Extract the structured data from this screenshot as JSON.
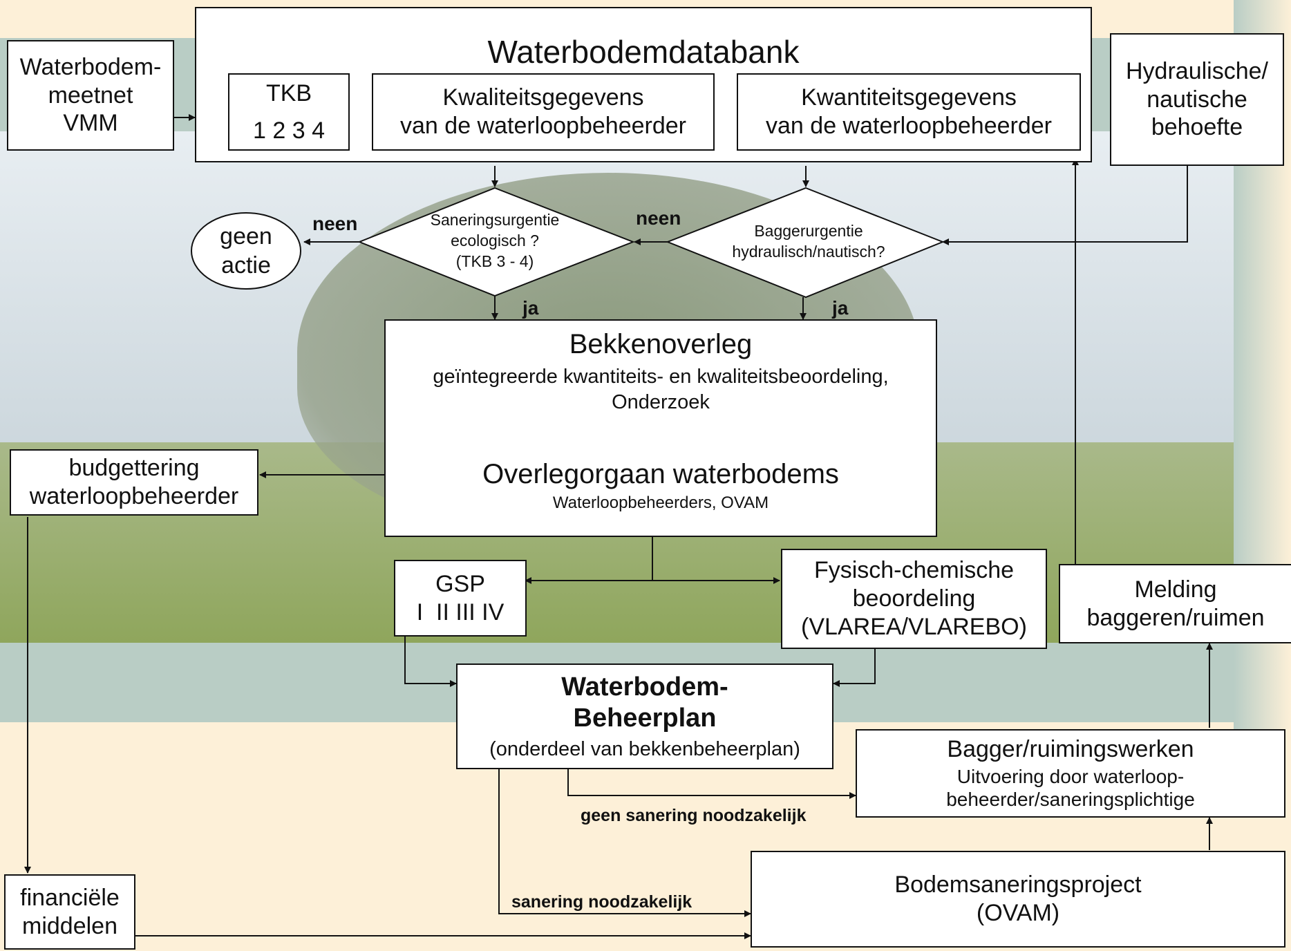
{
  "colors": {
    "cream": "#fdf0d8",
    "teal": "#b9cdc5",
    "sky": "#dde6ea",
    "field": "#8ea85e",
    "tree": "#6b7e56",
    "line": "#111111"
  },
  "meetnet": {
    "l1": "Waterbodem-",
    "l2": "meetnet",
    "l3": "VMM"
  },
  "databank": {
    "title": "Waterbodemdatabank",
    "tkb": {
      "title": "TKB",
      "values": "1 2 3 4"
    },
    "kwaliteit": {
      "l1": "Kwaliteitsgegevens",
      "l2": "van de waterloopbeheerder"
    },
    "kwantiteit": {
      "l1": "Kwantiteitsgegevens",
      "l2": "van de waterloopbeheerder"
    }
  },
  "hydraulisch": {
    "l1": "Hydraulische/",
    "l2": "nautische",
    "l3": "behoefte"
  },
  "geen_actie": {
    "l1": "geen",
    "l2": "actie"
  },
  "sanering_diamond": {
    "l1": "Saneringsurgentie",
    "l2": "ecologisch ?",
    "l3": "(TKB 3 - 4)"
  },
  "bagger_diamond": {
    "l1": "Baggerurgentie",
    "l2": "hydraulisch/nautisch?"
  },
  "labels": {
    "neen1": "neen",
    "neen2": "neen",
    "ja1": "ja",
    "ja2": "ja",
    "geen_sanering": "geen sanering noodzakelijk",
    "sanering": "sanering noodzakelijk"
  },
  "bekken": {
    "title": "Bekkenoverleg",
    "l1": "geïntegreerde kwantiteits- en kwaliteitsbeoordeling,",
    "l2": "Onderzoek",
    "orgaan": "Overlegorgaan waterbodems",
    "orgaan_sub": "Waterloopbeheerders, OVAM"
  },
  "budget": {
    "l1": "budgettering",
    "l2": "waterloopbeheerder"
  },
  "gsp": {
    "l1": "GSP",
    "l2": "I  II III IV"
  },
  "fysisch": {
    "l1": "Fysisch-chemische",
    "l2": "beoordeling",
    "l3": "(VLAREA/VLAREBO)"
  },
  "melding": {
    "l1": "Melding",
    "l2": "baggeren/ruimen"
  },
  "beheerplan": {
    "l1": "Waterbodem-",
    "l2": "Beheerplan",
    "l3": "(onderdeel van bekkenbeheerplan)"
  },
  "bagger": {
    "l1": "Bagger/ruimingswerken",
    "l2": "Uitvoering door waterloop-",
    "l3": "beheerder/saneringsplichtige"
  },
  "bodem": {
    "l1": "Bodemsaneringsproject",
    "l2": "(OVAM)"
  },
  "financ": {
    "l1": "financiële",
    "l2": "middelen"
  }
}
